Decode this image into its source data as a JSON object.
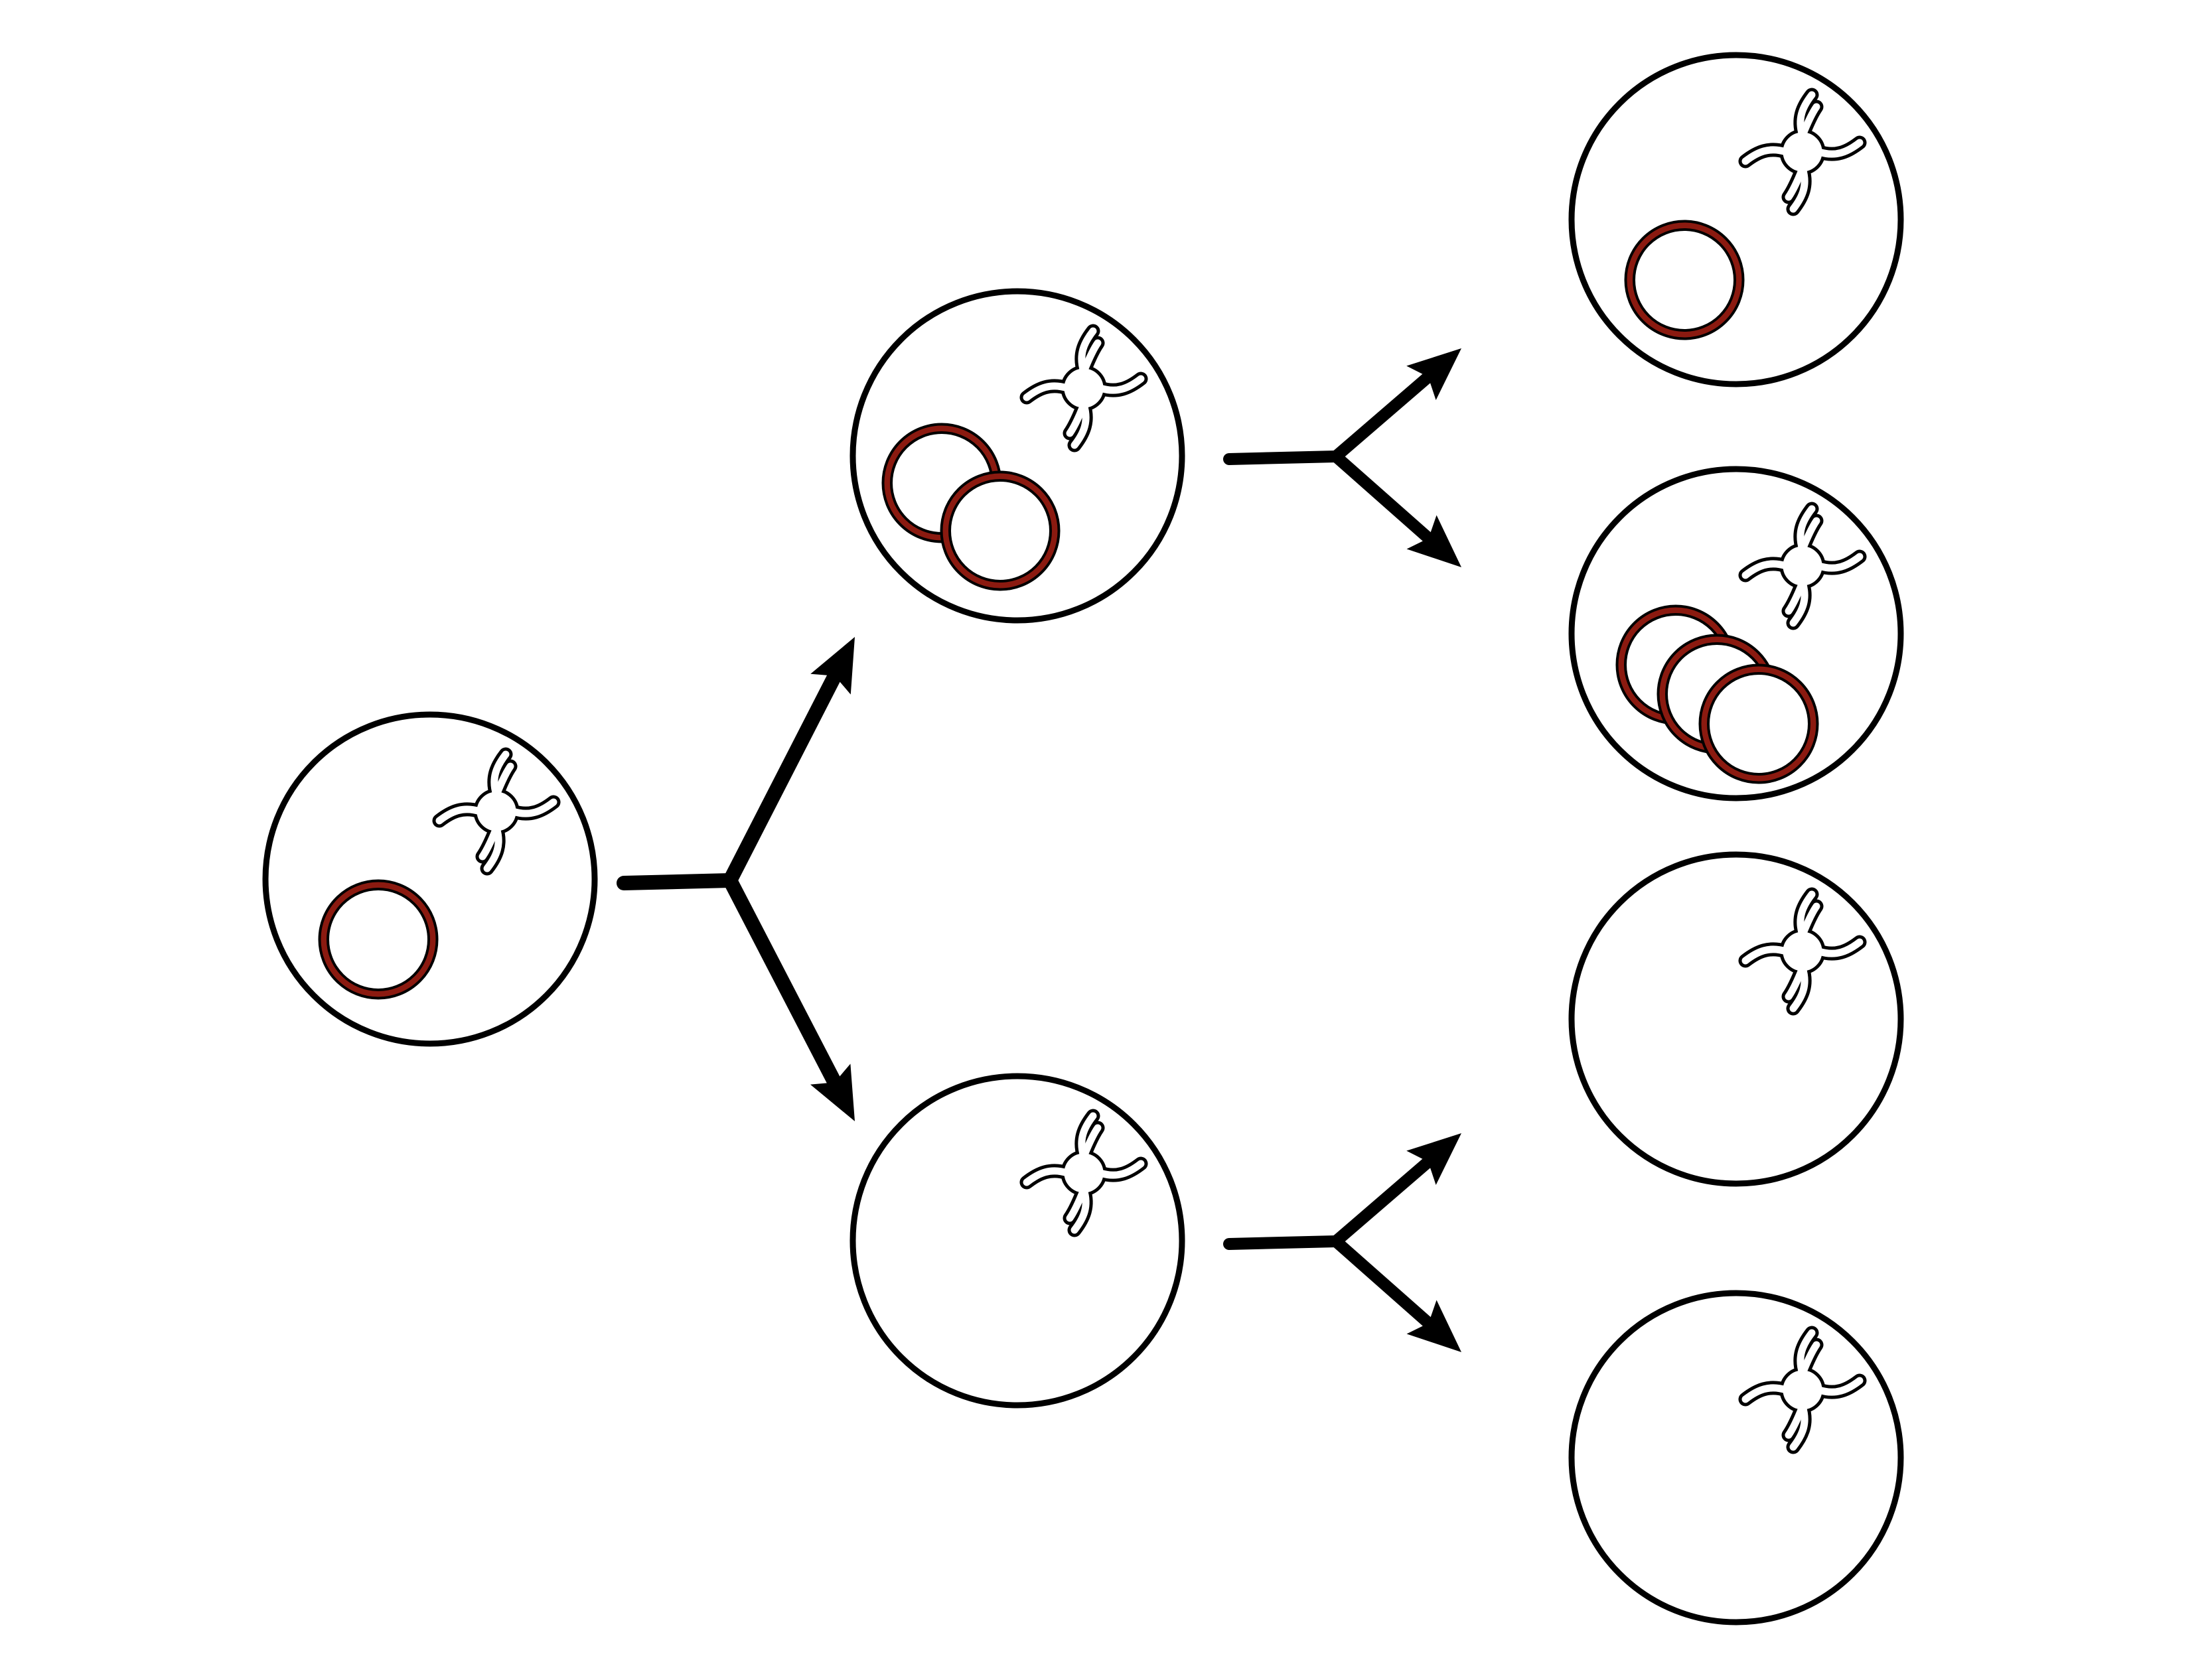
{
  "colors": {
    "background": "#ffffff",
    "outline": "#000000",
    "plasmid_ring": "#8b1a10",
    "chromosome_fill": "#ffffff"
  },
  "cells": [
    {
      "id": "parent",
      "generation": 0,
      "plasmid_count": 1
    },
    {
      "id": "daughter-top",
      "generation": 1,
      "plasmid_count": 2
    },
    {
      "id": "daughter-bottom",
      "generation": 1,
      "plasmid_count": 0
    },
    {
      "id": "granddaughter-1",
      "generation": 2,
      "plasmid_count": 1
    },
    {
      "id": "granddaughter-2",
      "generation": 2,
      "plasmid_count": 3
    },
    {
      "id": "granddaughter-3",
      "generation": 2,
      "plasmid_count": 0
    },
    {
      "id": "granddaughter-4",
      "generation": 2,
      "plasmid_count": 0
    }
  ],
  "divisions": [
    {
      "from": "parent",
      "to": [
        "daughter-top",
        "daughter-bottom"
      ]
    },
    {
      "from": "daughter-top",
      "to": [
        "granddaughter-1",
        "granddaughter-2"
      ]
    },
    {
      "from": "daughter-bottom",
      "to": [
        "granddaughter-3",
        "granddaughter-4"
      ]
    }
  ],
  "icons": {
    "cell": "cell-circle-icon",
    "chromosome": "chromosome-icon",
    "plasmid": "plasmid-ring-icon",
    "division": "division-arrow-icon"
  }
}
